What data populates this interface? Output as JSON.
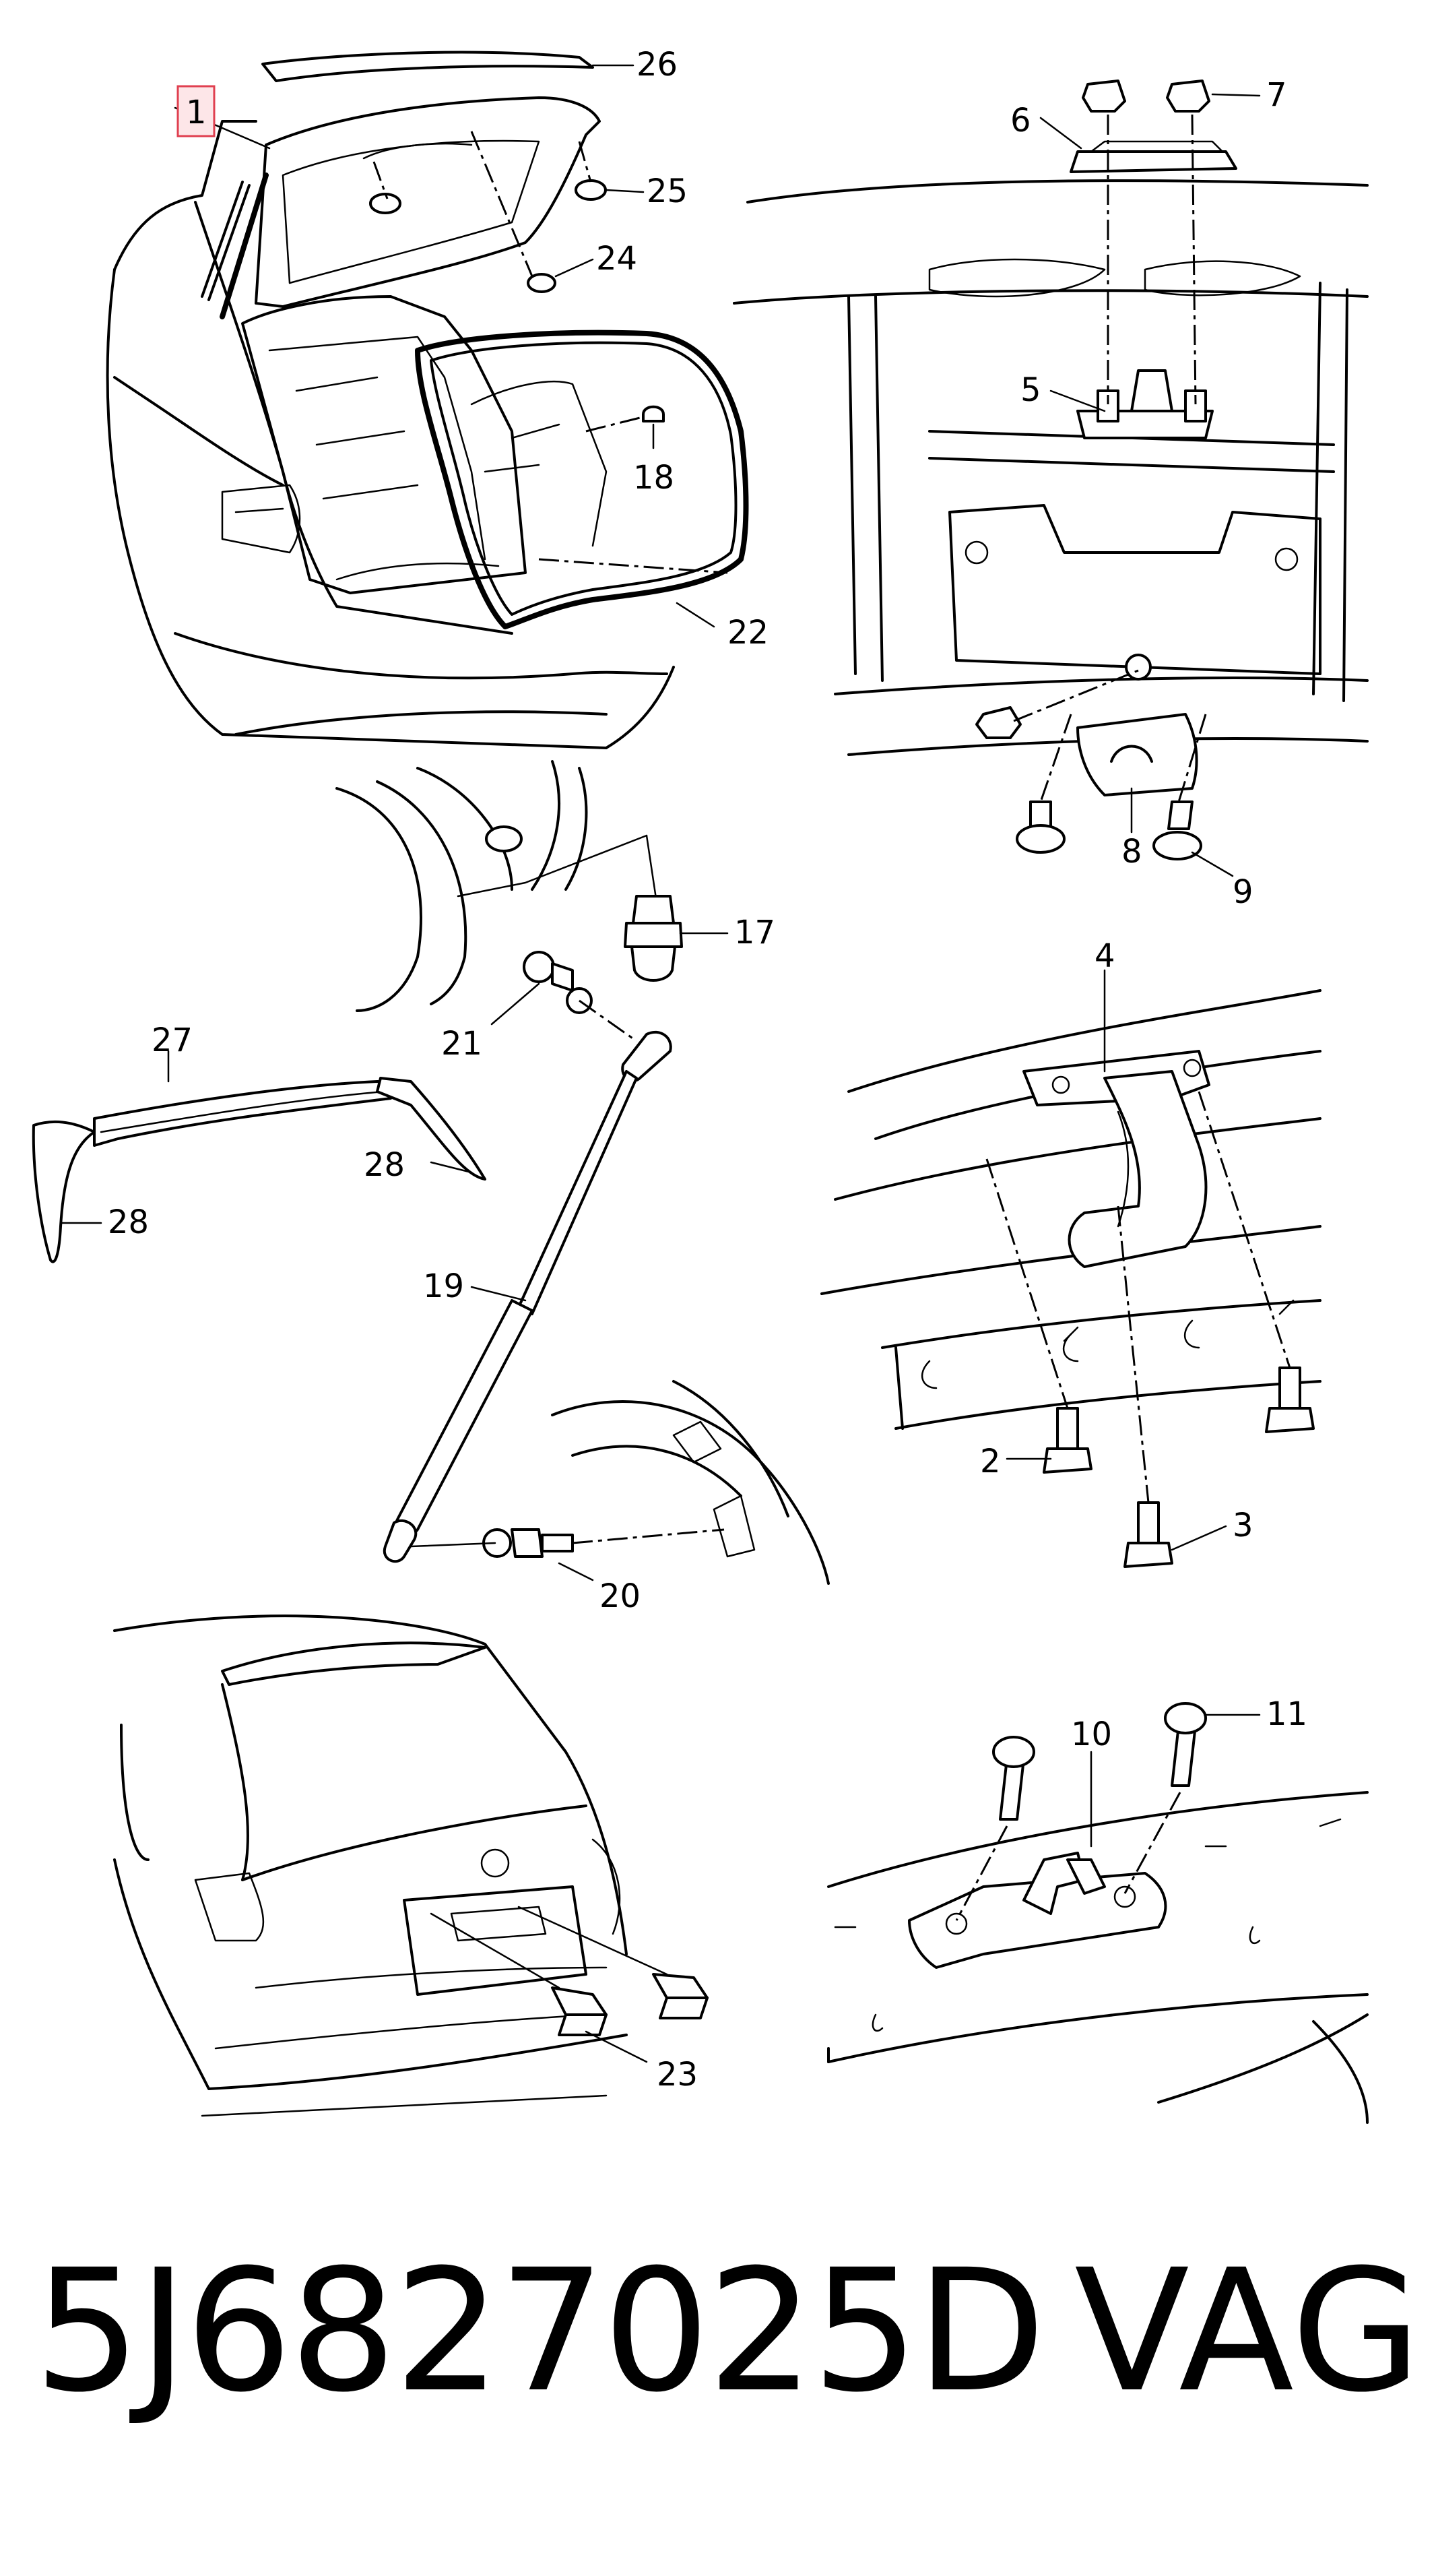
{
  "callouts": {
    "c1": "1",
    "c2": "2",
    "c3": "3",
    "c4": "4",
    "c5": "5",
    "c6": "6",
    "c7": "7",
    "c8": "8",
    "c9": "9",
    "c10": "10",
    "c11": "11",
    "c17": "17",
    "c18": "18",
    "c19": "19",
    "c20": "20",
    "c21": "21",
    "c22": "22",
    "c23": "23",
    "c24": "24",
    "c25": "25",
    "c26": "26",
    "c27": "27",
    "c28a": "28",
    "c28b": "28"
  },
  "highlight_color": "#e04050",
  "highlight_fill": "#fde6e8",
  "footer": {
    "part_number": "5J6827025D",
    "brand": "VAG"
  }
}
